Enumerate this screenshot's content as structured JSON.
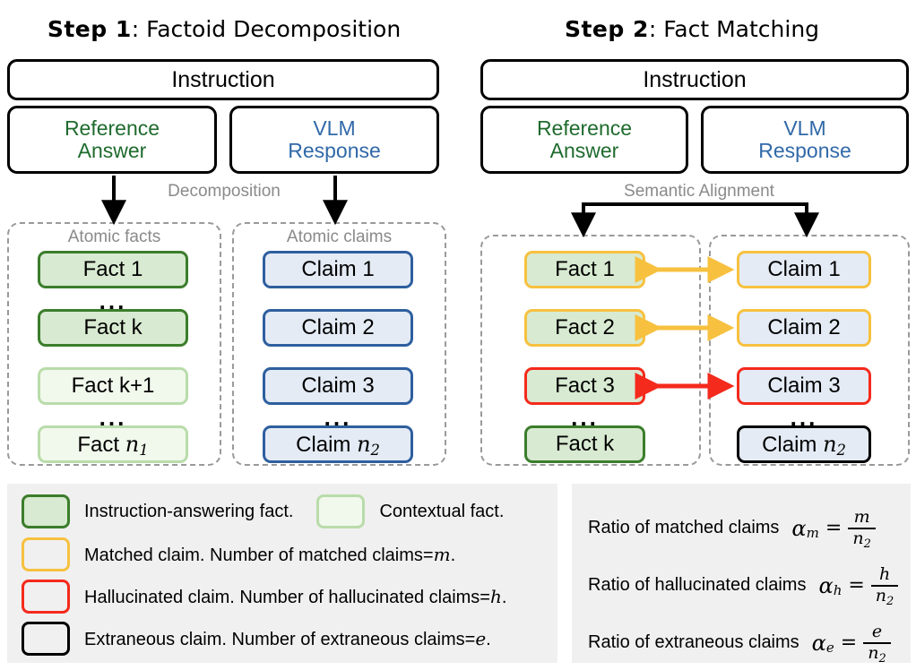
{
  "steps": [
    {
      "id": "step1",
      "title_bold": "Step 1",
      "title_rest": ": Factoid Decomposition",
      "instruction_label": "Instruction",
      "reference_label_line1": "Reference",
      "reference_label_line2": "Answer",
      "vlm_label_line1": "VLM",
      "vlm_label_line2": "Response",
      "flow_label": "Decomposition",
      "left_panel_caption": "Atomic facts",
      "right_panel_caption": "Atomic claims",
      "left_items": [
        {
          "label": "Fact 1",
          "style": "instruction-answering-fact"
        },
        {
          "label": "...",
          "style": "ellipsis"
        },
        {
          "label": "Fact k",
          "style": "instruction-answering-fact"
        },
        {
          "label": "Fact k+1",
          "style": "contextual-fact"
        },
        {
          "label": "...",
          "style": "ellipsis"
        },
        {
          "label": "Fact n1",
          "style": "contextual-fact"
        }
      ],
      "right_items": [
        {
          "label": "Claim 1",
          "style": "claim"
        },
        {
          "label": "Claim 2",
          "style": "claim"
        },
        {
          "label": "Claim 3",
          "style": "claim"
        },
        {
          "label": "...",
          "style": "ellipsis"
        },
        {
          "label": "Claim n2",
          "style": "claim"
        }
      ]
    },
    {
      "id": "step2",
      "title_bold": "Step 2",
      "title_rest": ": Fact Matching",
      "instruction_label": "Instruction",
      "reference_label_line1": "Reference",
      "reference_label_line2": "Answer",
      "vlm_label_line1": "VLM",
      "vlm_label_line2": "Response",
      "flow_label": "Semantic Alignment",
      "left_items": [
        {
          "label": "Fact 1",
          "style": "matched"
        },
        {
          "label": "Fact 2",
          "style": "matched"
        },
        {
          "label": "Fact 3",
          "style": "hallucinated"
        },
        {
          "label": "...",
          "style": "ellipsis"
        },
        {
          "label": "Fact k",
          "style": "instruction-answering-fact"
        }
      ],
      "right_items": [
        {
          "label": "Claim 1",
          "style": "matched"
        },
        {
          "label": "Claim 2",
          "style": "matched"
        },
        {
          "label": "Claim 3",
          "style": "hallucinated"
        },
        {
          "label": "...",
          "style": "ellipsis"
        },
        {
          "label": "Claim n2",
          "style": "extraneous"
        }
      ],
      "match_arrows": [
        {
          "color": "#f7c13f",
          "pair": "Fact 1 - Claim 1"
        },
        {
          "color": "#f7c13f",
          "pair": "Fact 2 - Claim 2"
        },
        {
          "color": "#f42a1c",
          "pair": "Fact 3 - Claim 3"
        }
      ]
    }
  ],
  "legend": {
    "entries": [
      {
        "swatch": "green-dark-fill",
        "text_plain": "Instruction-answering fact."
      },
      {
        "swatch": "green-light-fill",
        "text_plain": "Contextual fact."
      },
      {
        "swatch": "yellow",
        "text_prefix": "Matched claim. Number of matched claims=",
        "text_symbol": "m",
        "text_suffix": "."
      },
      {
        "swatch": "red",
        "text_prefix": "Hallucinated claim. Number of hallucinated claims=",
        "text_symbol": "h",
        "text_suffix": "."
      },
      {
        "swatch": "black",
        "text_prefix": "Extraneous claim. Number of extraneous claims=",
        "text_symbol": "e",
        "text_suffix": "."
      }
    ]
  },
  "ratios": [
    {
      "label": "Ratio of matched claims",
      "alpha": "α",
      "alpha_sub": "m",
      "eq": "=",
      "num": "m",
      "den": "n",
      "den_sub": "2"
    },
    {
      "label": "Ratio of hallucinated claims",
      "alpha": "α",
      "alpha_sub": "h",
      "eq": "=",
      "num": "h",
      "den": "n",
      "den_sub": "2"
    },
    {
      "label": "Ratio of extraneous claims",
      "alpha": "α",
      "alpha_sub": "e",
      "eq": "=",
      "num": "e",
      "den": "n",
      "den_sub": "2"
    }
  ],
  "colors": {
    "fact_strong_fill": "#d8ead1",
    "fact_strong_border": "#3b7d2b",
    "fact_light_fill": "#f1f8ec",
    "fact_light_border": "#b9dcaa",
    "claim_fill": "#e4ebf5",
    "claim_border": "#2e5f9e",
    "matched": "#f7c13f",
    "hallucinated": "#f42a1c",
    "extraneous": "#000000",
    "reference_text": "#1f6b2e",
    "vlm_text": "#3169a8",
    "panel_dashed": "#9a9a9a",
    "legend_bg": "#f0f0f0"
  }
}
